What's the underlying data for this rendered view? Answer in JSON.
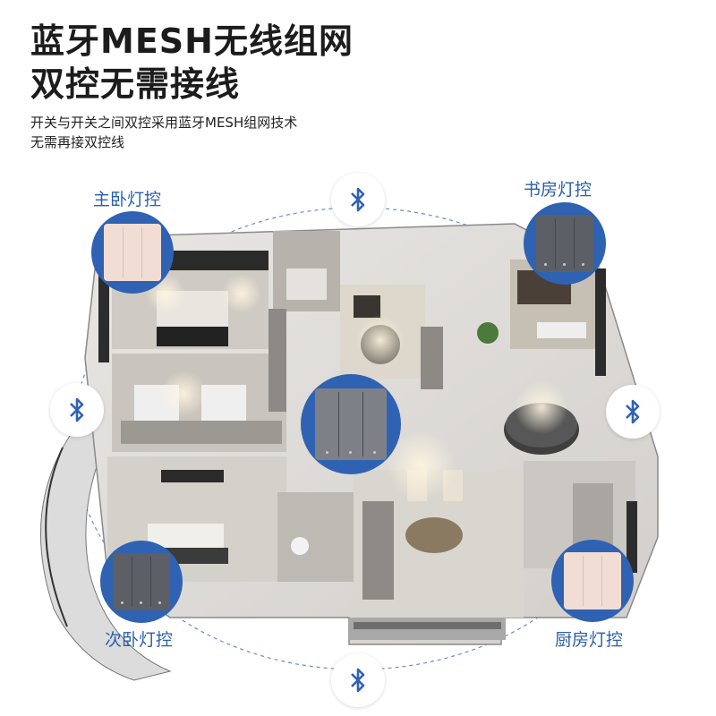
{
  "header": {
    "title_line1": "蓝牙MESH无线组网",
    "title_line2": "双控无需接线",
    "subtitle_line1": "开关与开关之间双控采用蓝牙MESH组网技术",
    "subtitle_line2": "无需再接双控线"
  },
  "rooms": {
    "master_bedroom": "主卧灯控",
    "study": "书房灯控",
    "second_bedroom": "次卧灯控",
    "kitchen": "厨房灯控"
  },
  "colors": {
    "accent_blue": "#2f62b3",
    "label_blue": "#2b5fae",
    "dashed_circle": "#6b8cc7"
  },
  "icons": [
    "bluetooth-icon"
  ]
}
